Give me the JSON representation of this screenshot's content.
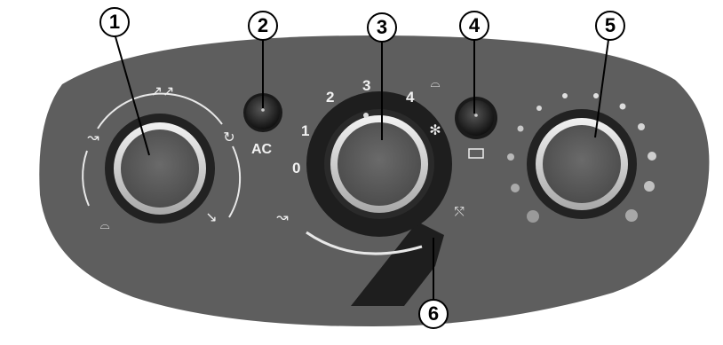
{
  "panel": {
    "callouts": [
      "1",
      "2",
      "3",
      "4",
      "5",
      "6"
    ],
    "ac_label": "AC",
    "fan_speeds": [
      "0",
      "1",
      "2",
      "3",
      "4"
    ]
  },
  "colors": {
    "panel": "#5e5e5e",
    "background": "#ffffff",
    "knob_ring": "#dcdcdc",
    "heat_warm": "#e05a5a",
    "heat_cool": "#cfcfcf"
  },
  "icons": [
    "face-vent-icon",
    "face-feet-icon",
    "feet-icon",
    "windscreen-feet-icon",
    "windscreen-icon",
    "recirculation-icon",
    "defrost-icon",
    "fan-icon",
    "rear-demist-icon",
    "fresh-air-icon"
  ]
}
